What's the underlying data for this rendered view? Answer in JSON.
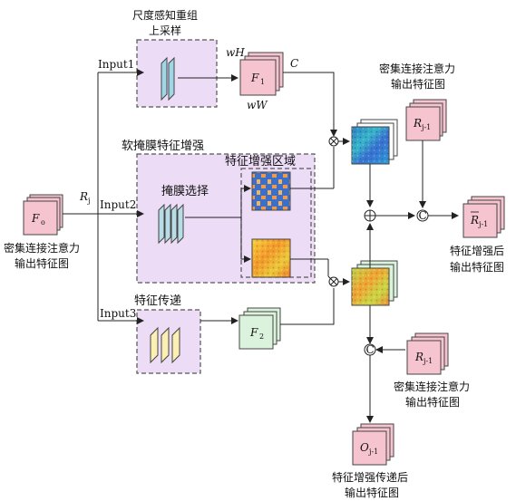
{
  "inputs": {
    "input1": "Input1",
    "input2": "Input2",
    "input3": "Input3"
  },
  "left_block": {
    "symbol": "F",
    "symbol_sub": "o",
    "caption_line1": "密集连接注意力",
    "caption_line2": "输出特征图",
    "edge_label": "R",
    "edge_label_sub": "j"
  },
  "upsample": {
    "title_line1": "尺度感知重组",
    "title_line2": "上采样"
  },
  "f1": {
    "symbol": "F",
    "symbol_sub": "1",
    "h_label": "wH",
    "w_label": "wW",
    "c_label": "C"
  },
  "soft_mask": {
    "title": "软掩膜特征增强",
    "region_label": "特征增强区域",
    "mask_select": "掩膜选择"
  },
  "transfer": {
    "title": "特征传递",
    "f2_symbol": "F",
    "f2_sub": "2"
  },
  "top_right": {
    "caption_line1": "密集连接注意力",
    "caption_line2": "输出特征图",
    "symbol": "R",
    "symbol_sub": "j-1"
  },
  "enhanced_output": {
    "symbol": "R",
    "symbol_sub": "j-1",
    "caption_line1": "特征增强后",
    "caption_line2": "输出特征图"
  },
  "bottom_right": {
    "symbol": "R",
    "symbol_sub": "j-1",
    "caption_line1": "密集连接注意力",
    "caption_line2": "输出特征图"
  },
  "final_output": {
    "symbol": "O",
    "symbol_sub": "j-1",
    "caption_line1": "特征增强传递后",
    "caption_line2": "输出特征图"
  },
  "operators": {
    "multiply": "⊗",
    "add": "⊕",
    "concat": "C"
  },
  "colors": {
    "panel_fill": "#ecdcf6",
    "pink_box": "#f6c4cf",
    "green_box": "#dbf3dc",
    "cyan_bar": "#9fd7e6",
    "yellow_bar": "#fbefb3"
  }
}
